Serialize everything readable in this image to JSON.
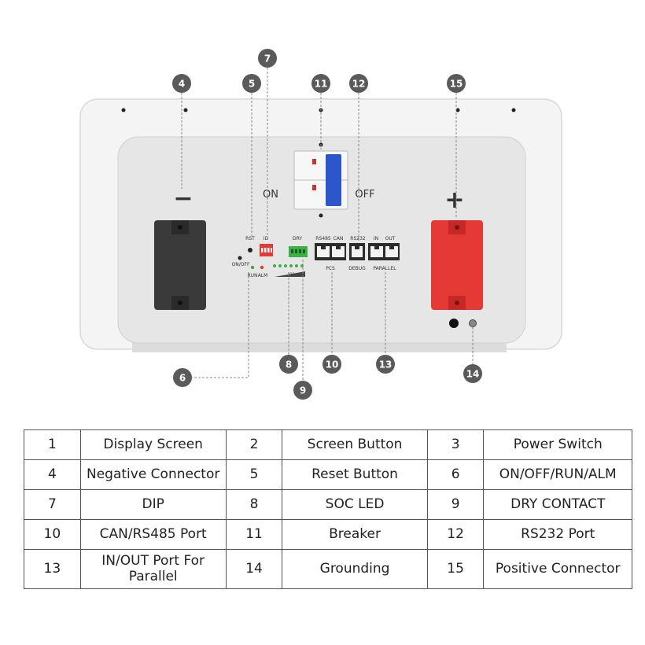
{
  "diagram": {
    "panel_labels": {
      "on": "ON",
      "off": "OFF",
      "rst": "RST",
      "id": "ID",
      "dry": "DRY",
      "rs485": "RS485",
      "can": "CAN",
      "rs232": "RS232",
      "in": "IN",
      "out": "OUT",
      "onoff": "ON/OFF",
      "run": "RUN",
      "alm": "ALM",
      "soc": "SOC",
      "pcs": "PCS",
      "debug": "DEBUG",
      "parallel": "PARALLEL",
      "minus": "−",
      "plus": "+"
    },
    "callouts": [
      "4",
      "5",
      "6",
      "7",
      "8",
      "9",
      "10",
      "11",
      "12",
      "13",
      "14",
      "15"
    ],
    "colors": {
      "callout": "#5a5a5a",
      "negative_terminal": "#3a3a3a",
      "positive_terminal": "#e53935",
      "breaker_blue": "#2c56c9",
      "port_green": "#3cb043"
    }
  },
  "table": {
    "rows": [
      [
        {
          "num": "1",
          "label": "Display Screen"
        },
        {
          "num": "2",
          "label": "Screen Button"
        },
        {
          "num": "3",
          "label": "Power Switch"
        }
      ],
      [
        {
          "num": "4",
          "label": "Negative Connector"
        },
        {
          "num": "5",
          "label": "Reset Button"
        },
        {
          "num": "6",
          "label": "ON/OFF/RUN/ALM"
        }
      ],
      [
        {
          "num": "7",
          "label": "DIP"
        },
        {
          "num": "8",
          "label": "SOC LED"
        },
        {
          "num": "9",
          "label": "DRY CONTACT"
        }
      ],
      [
        {
          "num": "10",
          "label": "CAN/RS485 Port"
        },
        {
          "num": "11",
          "label": "Breaker"
        },
        {
          "num": "12",
          "label": "RS232 Port"
        }
      ],
      [
        {
          "num": "13",
          "label": "IN/OUT Port For Parallel"
        },
        {
          "num": "14",
          "label": "Grounding"
        },
        {
          "num": "15",
          "label": "Positive Connector"
        }
      ]
    ]
  }
}
